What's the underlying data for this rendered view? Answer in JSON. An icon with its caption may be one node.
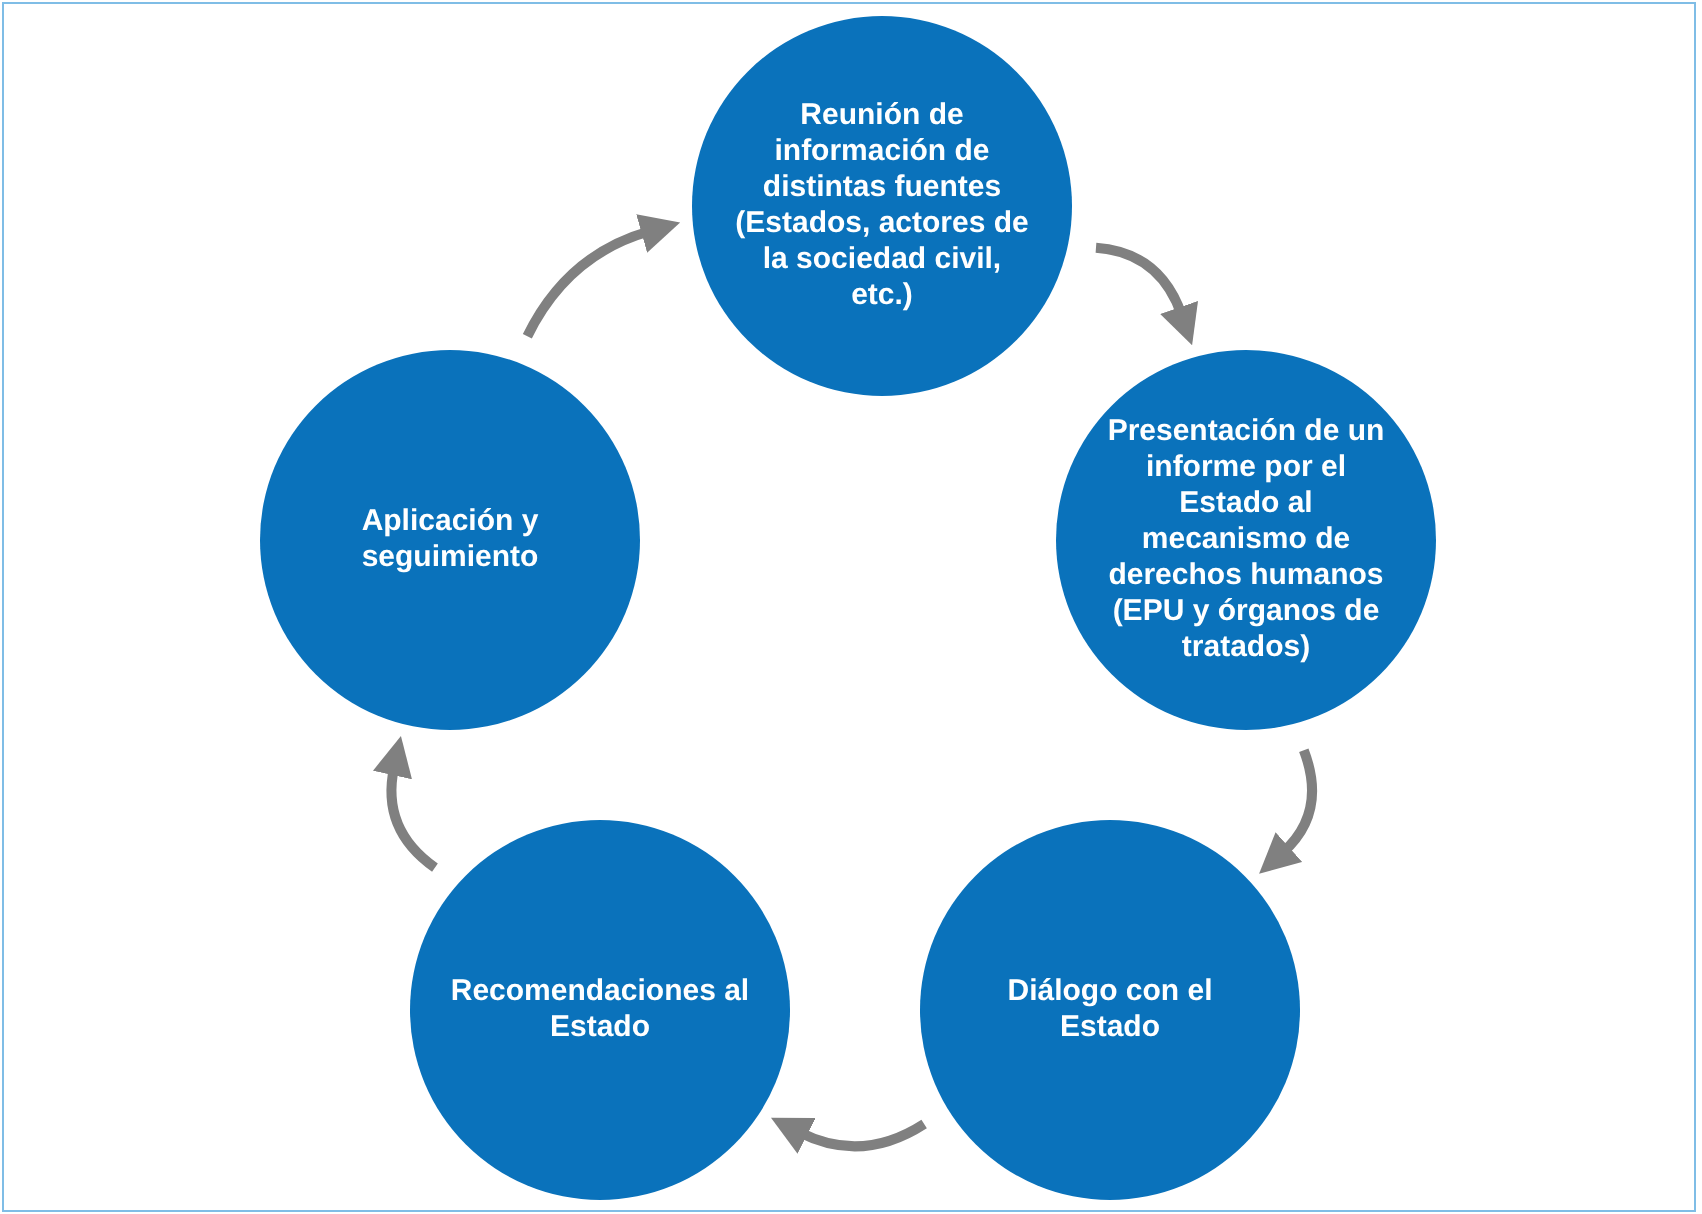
{
  "diagram": {
    "nodes": [
      {
        "text": [
          "Reunión de información de distintas fuentes (Estados, actores de la sociedad civil, etc.)"
        ]
      },
      {
        "text": [
          "Presentación de un informe por el Estado al mecanismo de derechos humanos (EPU y órganos de tratados)"
        ]
      },
      {
        "text": [
          "Diálogo con el Estado"
        ]
      },
      {
        "text": [
          "Recomendaciones al Estado"
        ]
      },
      {
        "text": [
          "Aplicación y seguimiento"
        ]
      }
    ],
    "edges": [
      {
        "from": 0,
        "to": 1,
        "arrow": "to"
      },
      {
        "from": 1,
        "to": 2,
        "arrow": "to"
      },
      {
        "from": 2,
        "to": 3,
        "arrow": "to"
      },
      {
        "from": 3,
        "to": 4,
        "arrow": "to"
      },
      {
        "from": 4,
        "to": 0,
        "arrow": "to"
      }
    ]
  }
}
